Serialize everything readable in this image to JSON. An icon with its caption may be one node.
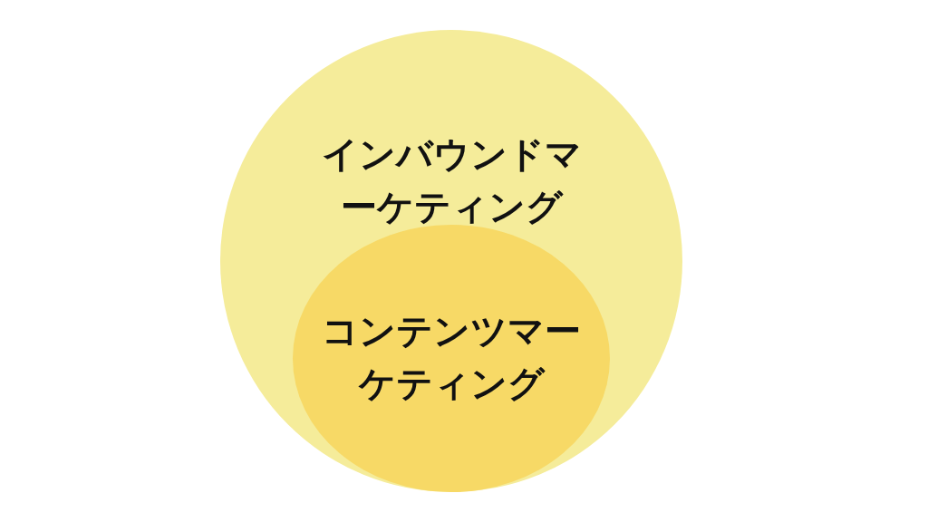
{
  "diagram": {
    "nodes": [
      {
        "text": [
          "インバウンドマーケティング"
        ]
      },
      {
        "text": [
          "コンテンツマーケティング"
        ],
        "in": 0
      }
    ]
  }
}
